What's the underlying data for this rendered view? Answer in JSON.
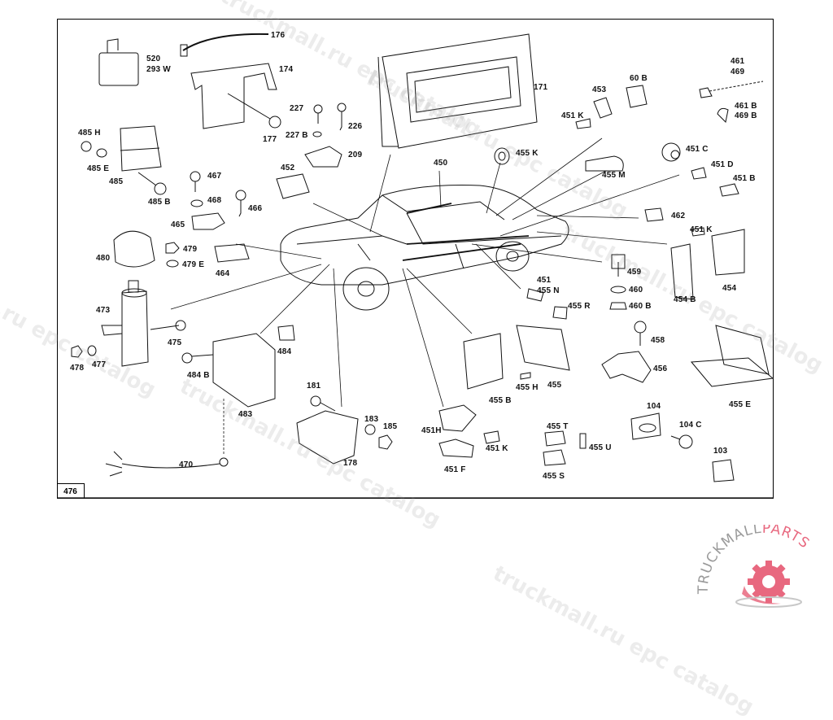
{
  "figure_number": "476",
  "watermark_text": "truckmall.ru epc catalog",
  "logo": {
    "text_left": "TRUCKMALL",
    "text_right": "PARTS",
    "accent_color": "#e8687f",
    "gray_color": "#9a9a9a"
  },
  "parts": [
    {
      "id": "176",
      "label": "176"
    },
    {
      "id": "520",
      "label": "520"
    },
    {
      "id": "293W",
      "label": "293 W"
    },
    {
      "id": "174",
      "label": "174"
    },
    {
      "id": "177",
      "label": "177"
    },
    {
      "id": "227",
      "label": "227"
    },
    {
      "id": "227B",
      "label": "227 B"
    },
    {
      "id": "226",
      "label": "226"
    },
    {
      "id": "209",
      "label": "209"
    },
    {
      "id": "171",
      "label": "171"
    },
    {
      "id": "485H",
      "label": "485 H"
    },
    {
      "id": "485E",
      "label": "485 E"
    },
    {
      "id": "485",
      "label": "485"
    },
    {
      "id": "485B",
      "label": "485 B"
    },
    {
      "id": "467",
      "label": "467"
    },
    {
      "id": "468",
      "label": "468"
    },
    {
      "id": "466",
      "label": "466"
    },
    {
      "id": "465",
      "label": "465"
    },
    {
      "id": "452",
      "label": "452"
    },
    {
      "id": "450",
      "label": "450"
    },
    {
      "id": "455K",
      "label": "455 K"
    },
    {
      "id": "453",
      "label": "453"
    },
    {
      "id": "60B",
      "label": "60 B"
    },
    {
      "id": "451K_top",
      "label": "451 K"
    },
    {
      "id": "455M",
      "label": "455 M"
    },
    {
      "id": "461",
      "label": "461"
    },
    {
      "id": "469",
      "label": "469"
    },
    {
      "id": "461B",
      "label": "461 B"
    },
    {
      "id": "469B",
      "label": "469 B"
    },
    {
      "id": "451C",
      "label": "451 C"
    },
    {
      "id": "451D",
      "label": "451 D"
    },
    {
      "id": "451B",
      "label": "451 B"
    },
    {
      "id": "462",
      "label": "462"
    },
    {
      "id": "451K_right",
      "label": "451 K"
    },
    {
      "id": "454",
      "label": "454"
    },
    {
      "id": "454B",
      "label": "454 B"
    },
    {
      "id": "480",
      "label": "480"
    },
    {
      "id": "479",
      "label": "479"
    },
    {
      "id": "479E",
      "label": "479 E"
    },
    {
      "id": "464",
      "label": "464"
    },
    {
      "id": "473",
      "label": "473"
    },
    {
      "id": "475",
      "label": "475"
    },
    {
      "id": "478",
      "label": "478"
    },
    {
      "id": "477",
      "label": "477"
    },
    {
      "id": "484",
      "label": "484"
    },
    {
      "id": "484B",
      "label": "484 B"
    },
    {
      "id": "483",
      "label": "483"
    },
    {
      "id": "181",
      "label": "181"
    },
    {
      "id": "183",
      "label": "183"
    },
    {
      "id": "185",
      "label": "185"
    },
    {
      "id": "178",
      "label": "178"
    },
    {
      "id": "470",
      "label": "470"
    },
    {
      "id": "451",
      "label": "451"
    },
    {
      "id": "455N",
      "label": "455 N"
    },
    {
      "id": "455R",
      "label": "455 R"
    },
    {
      "id": "459",
      "label": "459"
    },
    {
      "id": "460",
      "label": "460"
    },
    {
      "id": "460B",
      "label": "460 B"
    },
    {
      "id": "458",
      "label": "458"
    },
    {
      "id": "456",
      "label": "456"
    },
    {
      "id": "455",
      "label": "455"
    },
    {
      "id": "455H",
      "label": "455 H"
    },
    {
      "id": "455B",
      "label": "455 B"
    },
    {
      "id": "455E",
      "label": "455 E"
    },
    {
      "id": "451H",
      "label": "451H"
    },
    {
      "id": "451K_bottom",
      "label": "451 K"
    },
    {
      "id": "451F",
      "label": "451 F"
    },
    {
      "id": "455T",
      "label": "455 T"
    },
    {
      "id": "455U",
      "label": "455 U"
    },
    {
      "id": "455S",
      "label": "455 S"
    },
    {
      "id": "104",
      "label": "104"
    },
    {
      "id": "104C",
      "label": "104 C"
    },
    {
      "id": "103",
      "label": "103"
    }
  ]
}
